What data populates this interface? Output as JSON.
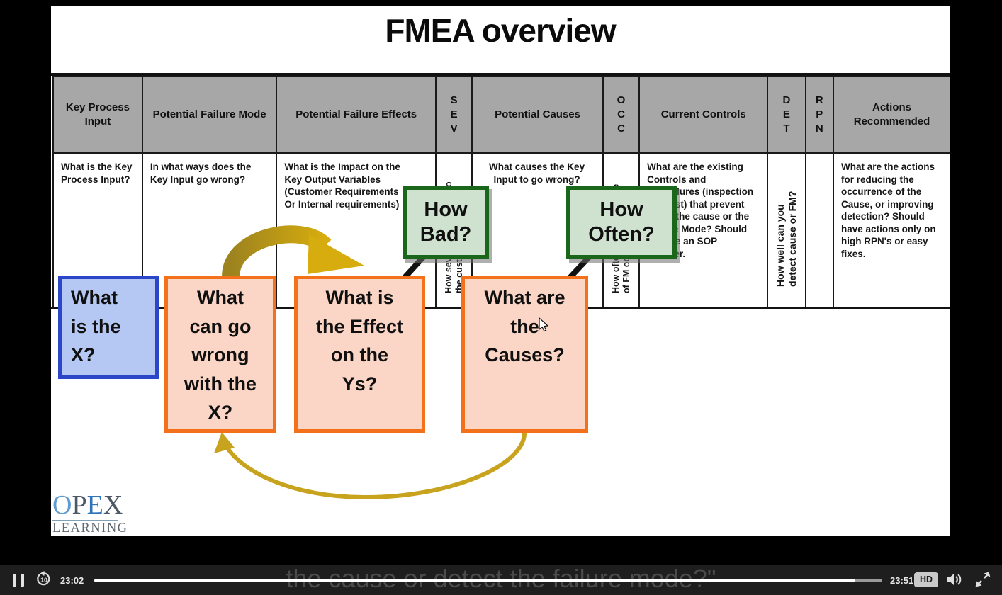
{
  "slide": {
    "title": "FMEA overview",
    "table": {
      "headers": {
        "key_process_input": "Key Process\nInput",
        "potential_failure_mode": "Potential Failure Mode",
        "potential_failure_effects": "Potential Failure Effects",
        "sev": "S\nE\nV",
        "potential_causes": "Potential Causes",
        "occ": "O\nC\nC",
        "current_controls": "Current Controls",
        "det": "D\nE\nT",
        "rpn": "R\nP\nN",
        "actions_recommended": "Actions\nRecommended"
      },
      "descriptions": {
        "key_process_input": "What is the Key\nProcess Input?",
        "potential_failure_mode": "In what ways does the\nKey Input go wrong?",
        "potential_failure_effects": "What is the Impact on the\nKey Output Variables\n(Customer Requirements\nOr Internal requirements)",
        "sev": "How severe is the effect to\nthe customer?",
        "potential_causes": "What causes the Key\nInput to go wrong?",
        "occ": "How often does the cause\nof FM occur?",
        "current_controls": "What are the existing\nControls and\nProcedures (inspection\nand test) that prevent\neither the cause or the\nFailure Mode?  Should\ninclude an SOP\nNumber.",
        "det": "How well can you\ndetect cause or FM?",
        "rpn": "",
        "actions_recommended": "What are the actions\nfor reducing the\noccurrence of the\nCause, or improving\ndetection?  Should\nhave actions only on\nhigh RPN's or easy\nfixes."
      }
    },
    "callouts": {
      "how_bad": "How\nBad?",
      "how_often": "How\nOften?",
      "what_is_x": "What\nis the\nX?",
      "what_can_go_wrong": "What\ncan go\nwrong\nwith the\nX?",
      "what_effect_ys": "What is\nthe Effect\non the\nYs?",
      "what_are_causes": "What are\nthe\nCauses?"
    },
    "logo": {
      "o": "O",
      "p": "P",
      "e": "E",
      "x": "X",
      "subtext": "LEARNING"
    }
  },
  "player": {
    "current_time": "23:02",
    "duration": "23:51",
    "rewind_label": "10",
    "hd_label": "HD",
    "progress_percent": 96.6,
    "caption": "the cause or detect the failure mode?\""
  },
  "colors": {
    "header_gray": "#a7a7a7",
    "causes_pink": "#fadcd2",
    "occ_green": "#0e7c12",
    "callout_green_fill": "#cfe2cf",
    "callout_green_border": "#1a661a",
    "blue_fill": "#b5c8f4",
    "blue_border": "#2b46c8",
    "orange_fill": "#fbd6c6",
    "orange_border": "#f4711c",
    "arrow_gold": "#c8a31d"
  }
}
